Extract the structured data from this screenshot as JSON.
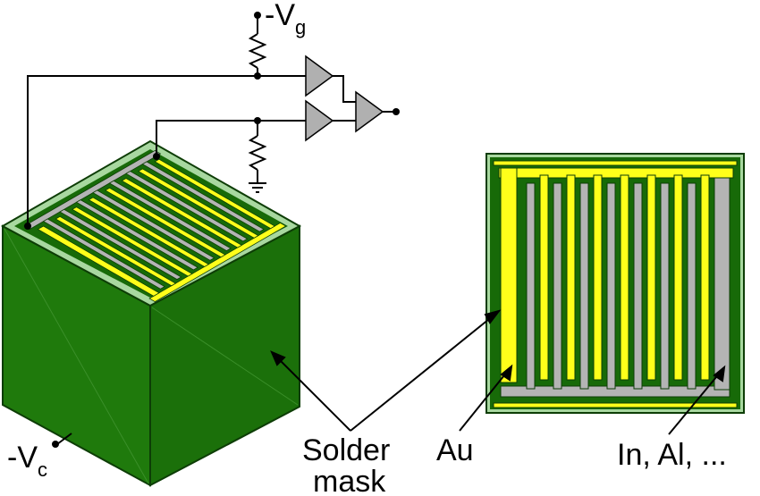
{
  "labels": {
    "gate_voltage": "-V",
    "gate_voltage_sub": "g",
    "cathode_voltage": "-V",
    "cathode_voltage_sub": "c",
    "solder_mask_line1": "Solder",
    "solder_mask_line2": "mask",
    "au": "Au",
    "other_metals": "In, Al, ..."
  },
  "colors": {
    "cube_green": "#1f7a0c",
    "mask_dark_green": "#176a08",
    "gold_yellow": "#ffff1a",
    "metal_gray": "#b4b4b4",
    "amplifier_gray": "#b0b0b0",
    "background": "#ffffff"
  },
  "icons": {
    "resistor": "resistor-icon",
    "amplifier": "amplifier-icon",
    "ground": "ground-icon",
    "terminal": "terminal-dot-icon"
  }
}
